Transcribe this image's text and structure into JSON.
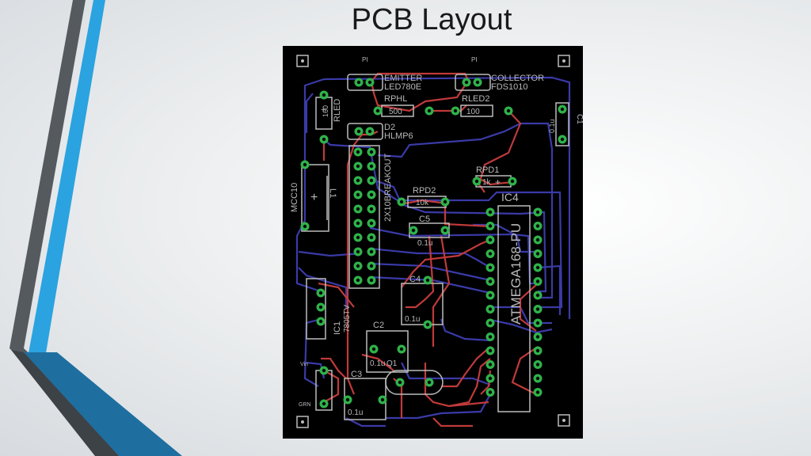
{
  "slide": {
    "title": "PCB Layout"
  },
  "colors": {
    "board": "#000000",
    "top_trace": "#c03a3a",
    "bottom_trace": "#3a3aa8",
    "pad": "#2fb34a",
    "silk": "#bcbcbc",
    "accent_blue": "#2aa3e0",
    "accent_gray": "#4a4a4a"
  },
  "pcb": {
    "labels": {
      "emitter": "EMITTER",
      "led780e": "LED780E",
      "collector": "COLLECTOR",
      "fds1010": "FDS1010",
      "rphl": "RPHL",
      "rphl_val": "500",
      "rled2": "RLED2",
      "rled2_val": "100",
      "rled": "RLED",
      "rled_val": "160",
      "d2": "D2",
      "hlmp6": "HLMP6",
      "c1": "C1",
      "c1_val": "0.1u",
      "mcc10": "MCC10",
      "l1": "L1",
      "breakout": "2X10BREAKOUT",
      "rpd1": "RPD1",
      "rpd1_val": "1k",
      "rpd2": "RPD2",
      "rpd2_val": "10k",
      "ic4": "IC4",
      "atmega": "ATMEGA168-PU",
      "c5": "C5",
      "c5_val": "0.1u",
      "c4": "C4",
      "c4_val": "0.1u",
      "ic1": "IC1",
      "ic1_part": "7805TV",
      "c2": "C2",
      "c2_val": "0.1u",
      "q1": "Q1",
      "c3": "C3",
      "c3_val": "0.1u",
      "vin": "Vin",
      "grn": "GRN",
      "pi": "PI"
    }
  }
}
